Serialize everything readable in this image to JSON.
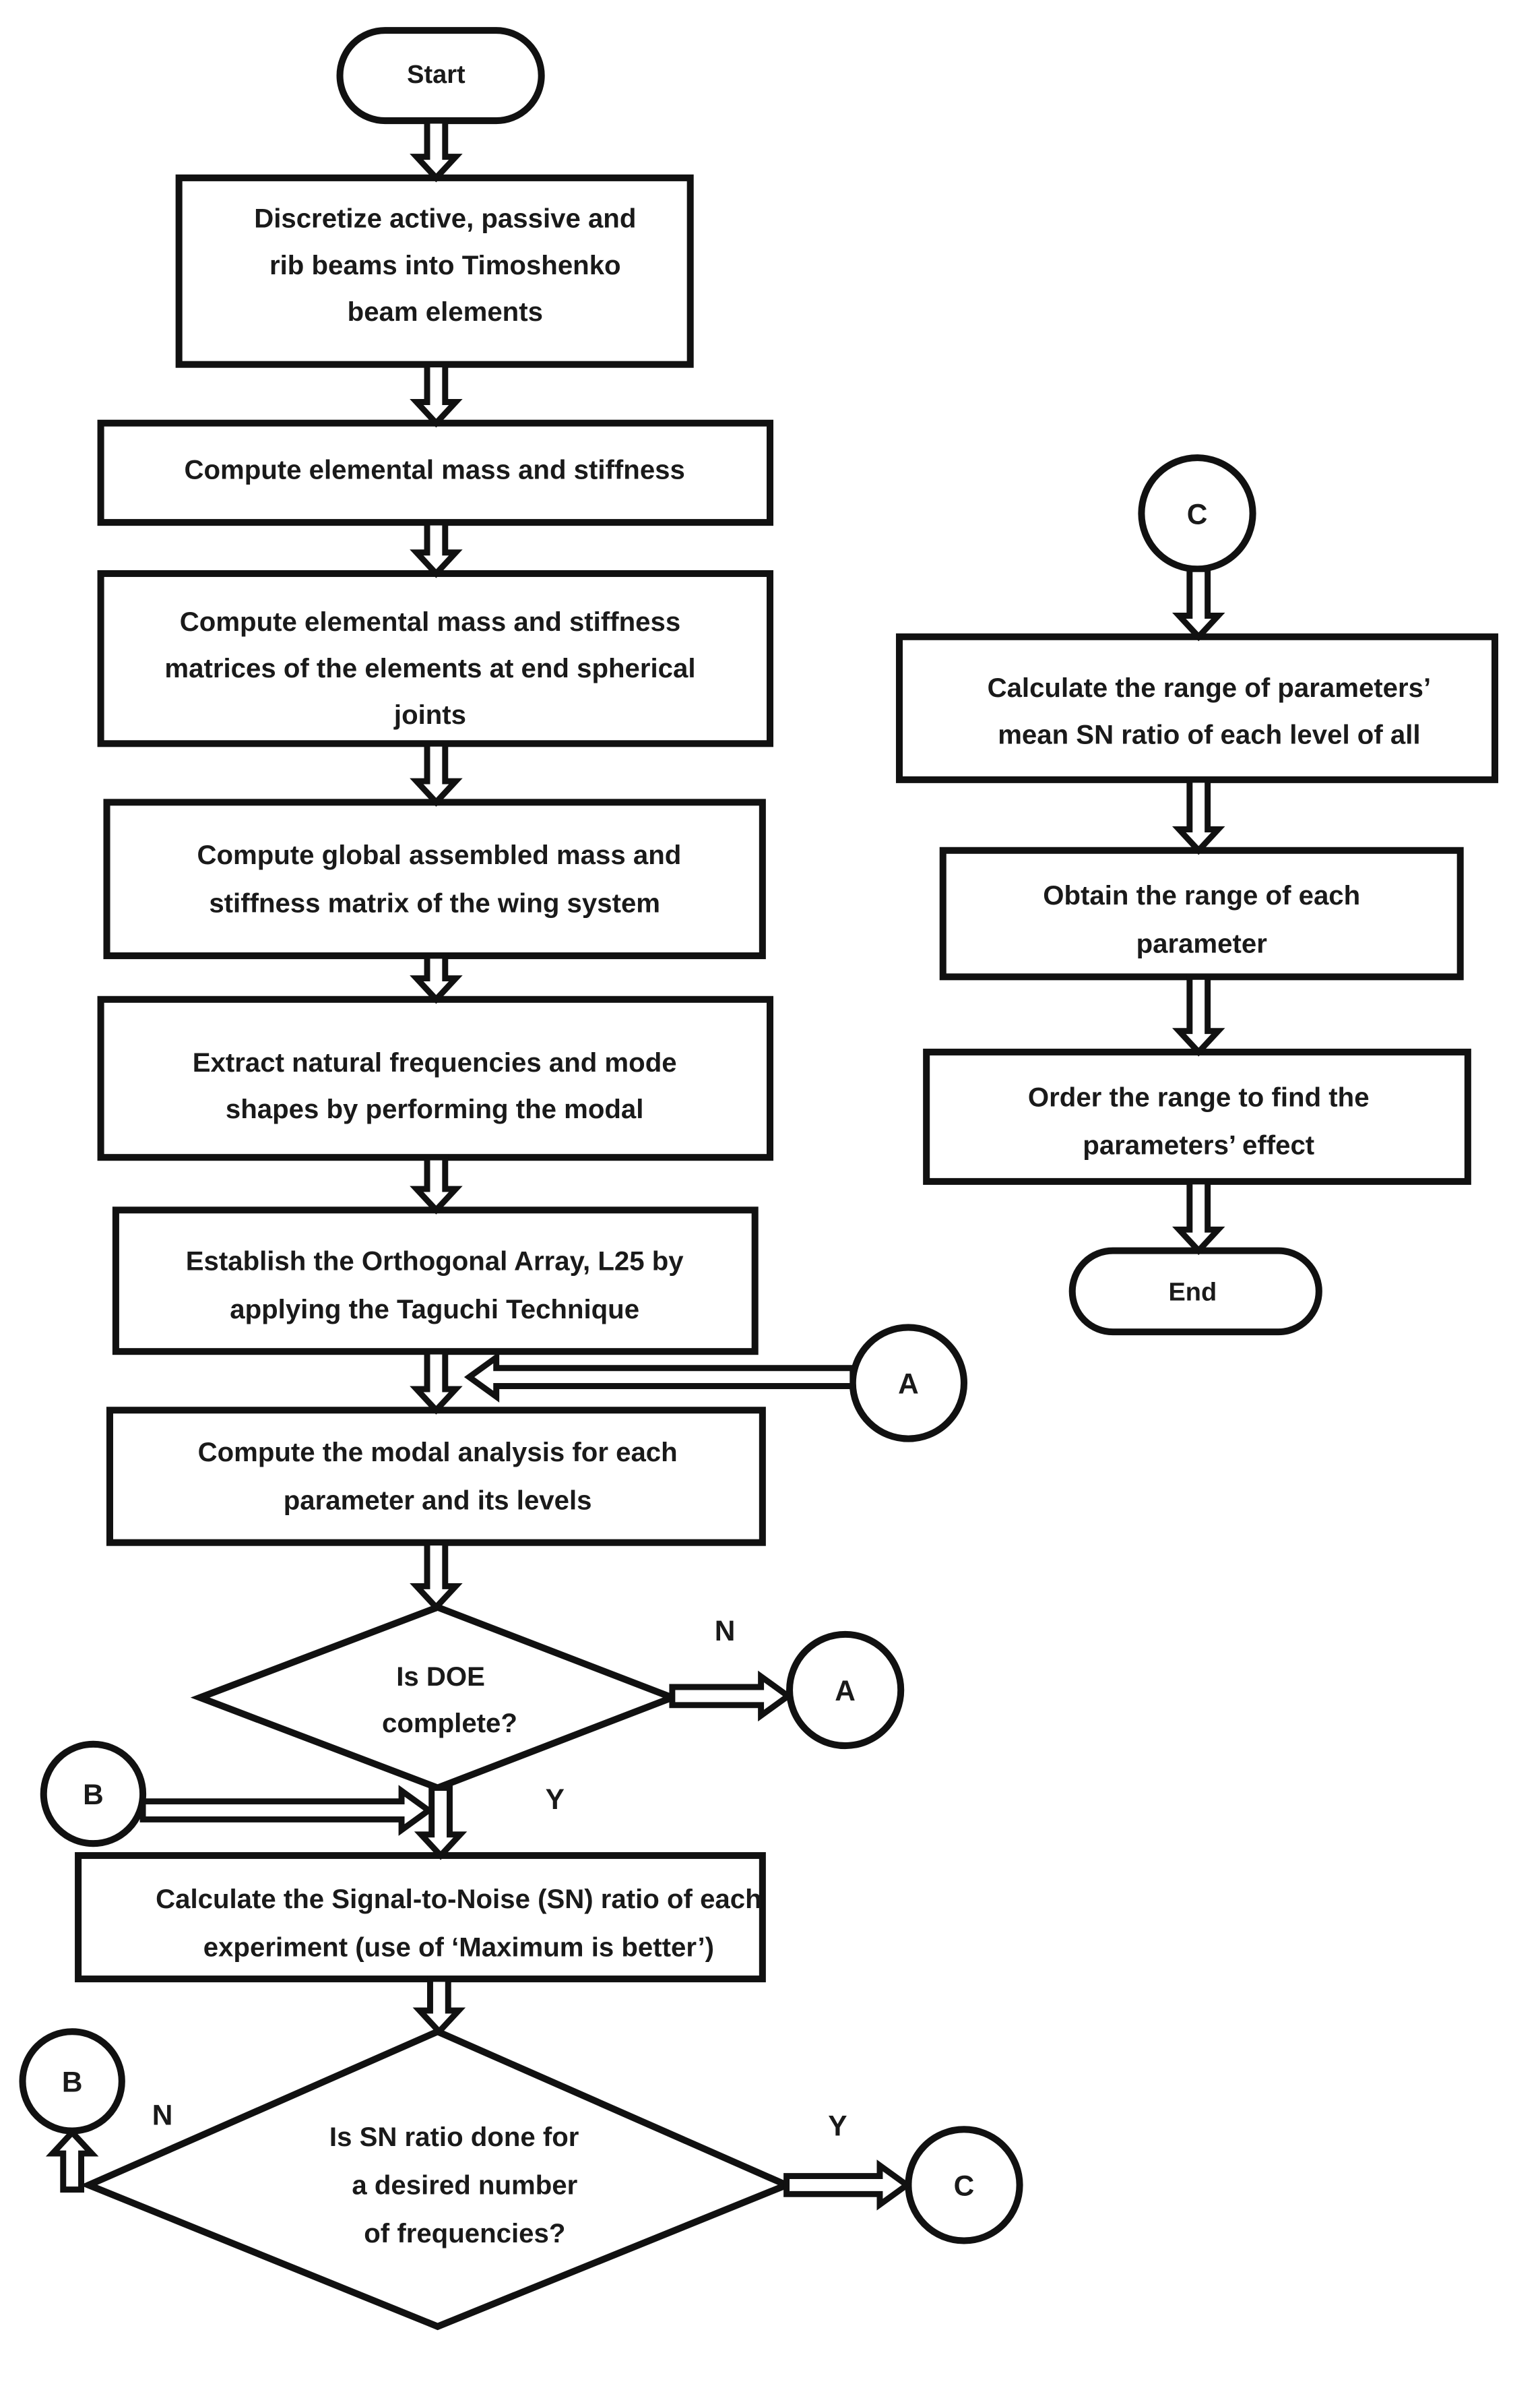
{
  "flowchart": {
    "start": "Start",
    "end": "End",
    "steps": [
      [
        "Discretize active, passive and",
        "rib beams into Timoshenko",
        "beam elements"
      ],
      [
        "Compute elemental mass and stiffness"
      ],
      [
        "Compute elemental mass and stiffness",
        "matrices of the elements at end spherical",
        "joints"
      ],
      [
        "Compute global assembled mass and",
        "stiffness matrix of the wing system"
      ],
      [
        "Extract natural frequencies and mode",
        "shapes by performing the modal"
      ],
      [
        "Establish the Orthogonal Array, L25 by",
        "applying the Taguchi Technique"
      ],
      [
        "Compute the modal analysis for each",
        "parameter and its levels"
      ],
      [
        "Calculate the Signal-to-Noise (SN) ratio of each",
        "experiment (use of ‘Maximum is better’)"
      ]
    ],
    "decision_doe": [
      "Is DOE",
      "complete?"
    ],
    "decision_sn": [
      "Is SN ratio done for",
      "a desired number",
      "of frequencies?"
    ],
    "right_steps": [
      [
        "Calculate the range of parameters’",
        "mean SN ratio of each level of all"
      ],
      [
        "Obtain the range of each",
        "parameter"
      ],
      [
        "Order the range to find the",
        "parameters’ effect"
      ]
    ],
    "connectors": {
      "a": "A",
      "b": "B",
      "c": "C"
    },
    "branch_labels": {
      "no": "N",
      "yes": "Y"
    }
  }
}
